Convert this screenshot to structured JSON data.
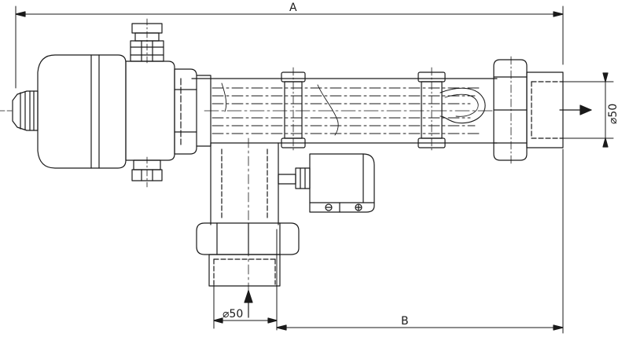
{
  "drawing": {
    "dimension_A": "A",
    "dimension_B": "B",
    "diameter_outlet": "⌀50",
    "diameter_inlet": "⌀50"
  },
  "colors": {
    "line": "#1a1a1a",
    "background": "#ffffff"
  }
}
